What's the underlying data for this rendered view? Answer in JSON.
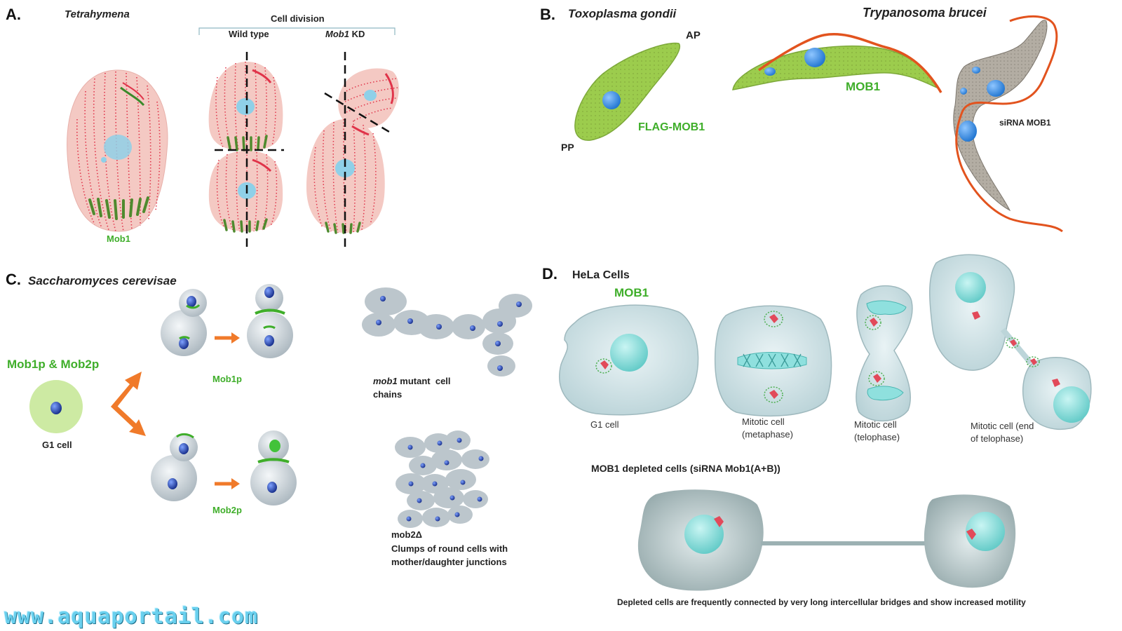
{
  "colors": {
    "tetra_fill": "#f4c9c3",
    "tetra_dots": "#e0344a",
    "tetra_nucleus": "#8fd0e8",
    "cilia_green": "#4f8a2e",
    "toxo_fill": "#9ccc4d",
    "nucleus_blue": "#2b8ee0",
    "flagellum_orange": "#e2531e",
    "tryp_gray": "#b3ada3",
    "yeast_cell": "#d6dde2",
    "yeast_nucleus": "#1e3a9e",
    "bud_ring": "#3fae2a",
    "hela_cell": "#cde2e6",
    "hela_nucleus": "#8fe0de",
    "arrow_orange": "#f07a2a",
    "mob_green_text": "#3fae2a"
  },
  "panel_a": {
    "letter": "A.",
    "species": "Tetrahymena",
    "cell_division": "Cell division",
    "wild_type": "Wild type",
    "mob1_kd_italic": "Mob1",
    "mob1_kd_suffix": " KD",
    "mob1_label": "Mob1"
  },
  "panel_b": {
    "letter": "B.",
    "species_toxo": "Toxoplasma gondii",
    "species_tryp": "Trypanosoma brucei",
    "ap": "AP",
    "pp": "PP",
    "flag_mob1": "FLAG-MOB1",
    "mob1": "MOB1",
    "sirna_mob1": "siRNA MOB1"
  },
  "panel_c": {
    "letter": "C.",
    "species": "Saccharomyces cerevisae",
    "mob_pair": "Mob1p & Mob2p",
    "g1_cell": "G1 cell",
    "mob1p": "Mob1p",
    "mob2p": "Mob2p",
    "mob1_mutant_italic": "mob1",
    "mob1_mutant_rest": " mutant  cell",
    "chains": "chains",
    "mob2_delta": "mob2Δ",
    "clumps_line1": "Clumps of round cells with",
    "clumps_line2": "mother/daughter junctions"
  },
  "panel_d": {
    "letter": "D.",
    "title": "HeLa Cells",
    "mob1": "MOB1",
    "g1_cell": "G1 cell",
    "metaphase_1": "Mitotic cell",
    "metaphase_2": "(metaphase)",
    "telophase_1": "Mitotic cell",
    "telophase_2": "(telophase)",
    "end_telophase_1": "Mitotic cell (end",
    "end_telophase_2": "of telophase)",
    "depleted_title": "MOB1 depleted cells (siRNA Mob1(A+B))",
    "depleted_caption": "Depleted cells are frequently connected by very long intercellular bridges and show increased motility"
  },
  "watermark": "www.aquaportail.com"
}
